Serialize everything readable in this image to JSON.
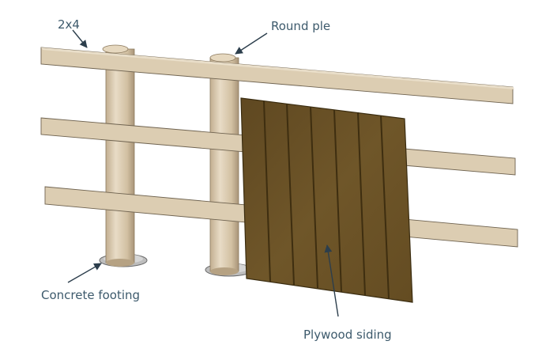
{
  "labels": {
    "board": "2x4",
    "pile": "Round ple",
    "footing": "Concrete footing",
    "siding": "Plywood siding"
  },
  "colors": {
    "label_text": "#3d5a6c",
    "wood_light": "#dccdb2",
    "wood_shadow": "#b3a387",
    "pile_light": "#e3d5bd",
    "pile_shadow": "#b09d80",
    "plywood": "#6e5527",
    "plywood_dark": "#4f3b17",
    "footing": "#b9b9b9",
    "outline": "#3a3a3a",
    "leader": "#2c3e4c"
  }
}
